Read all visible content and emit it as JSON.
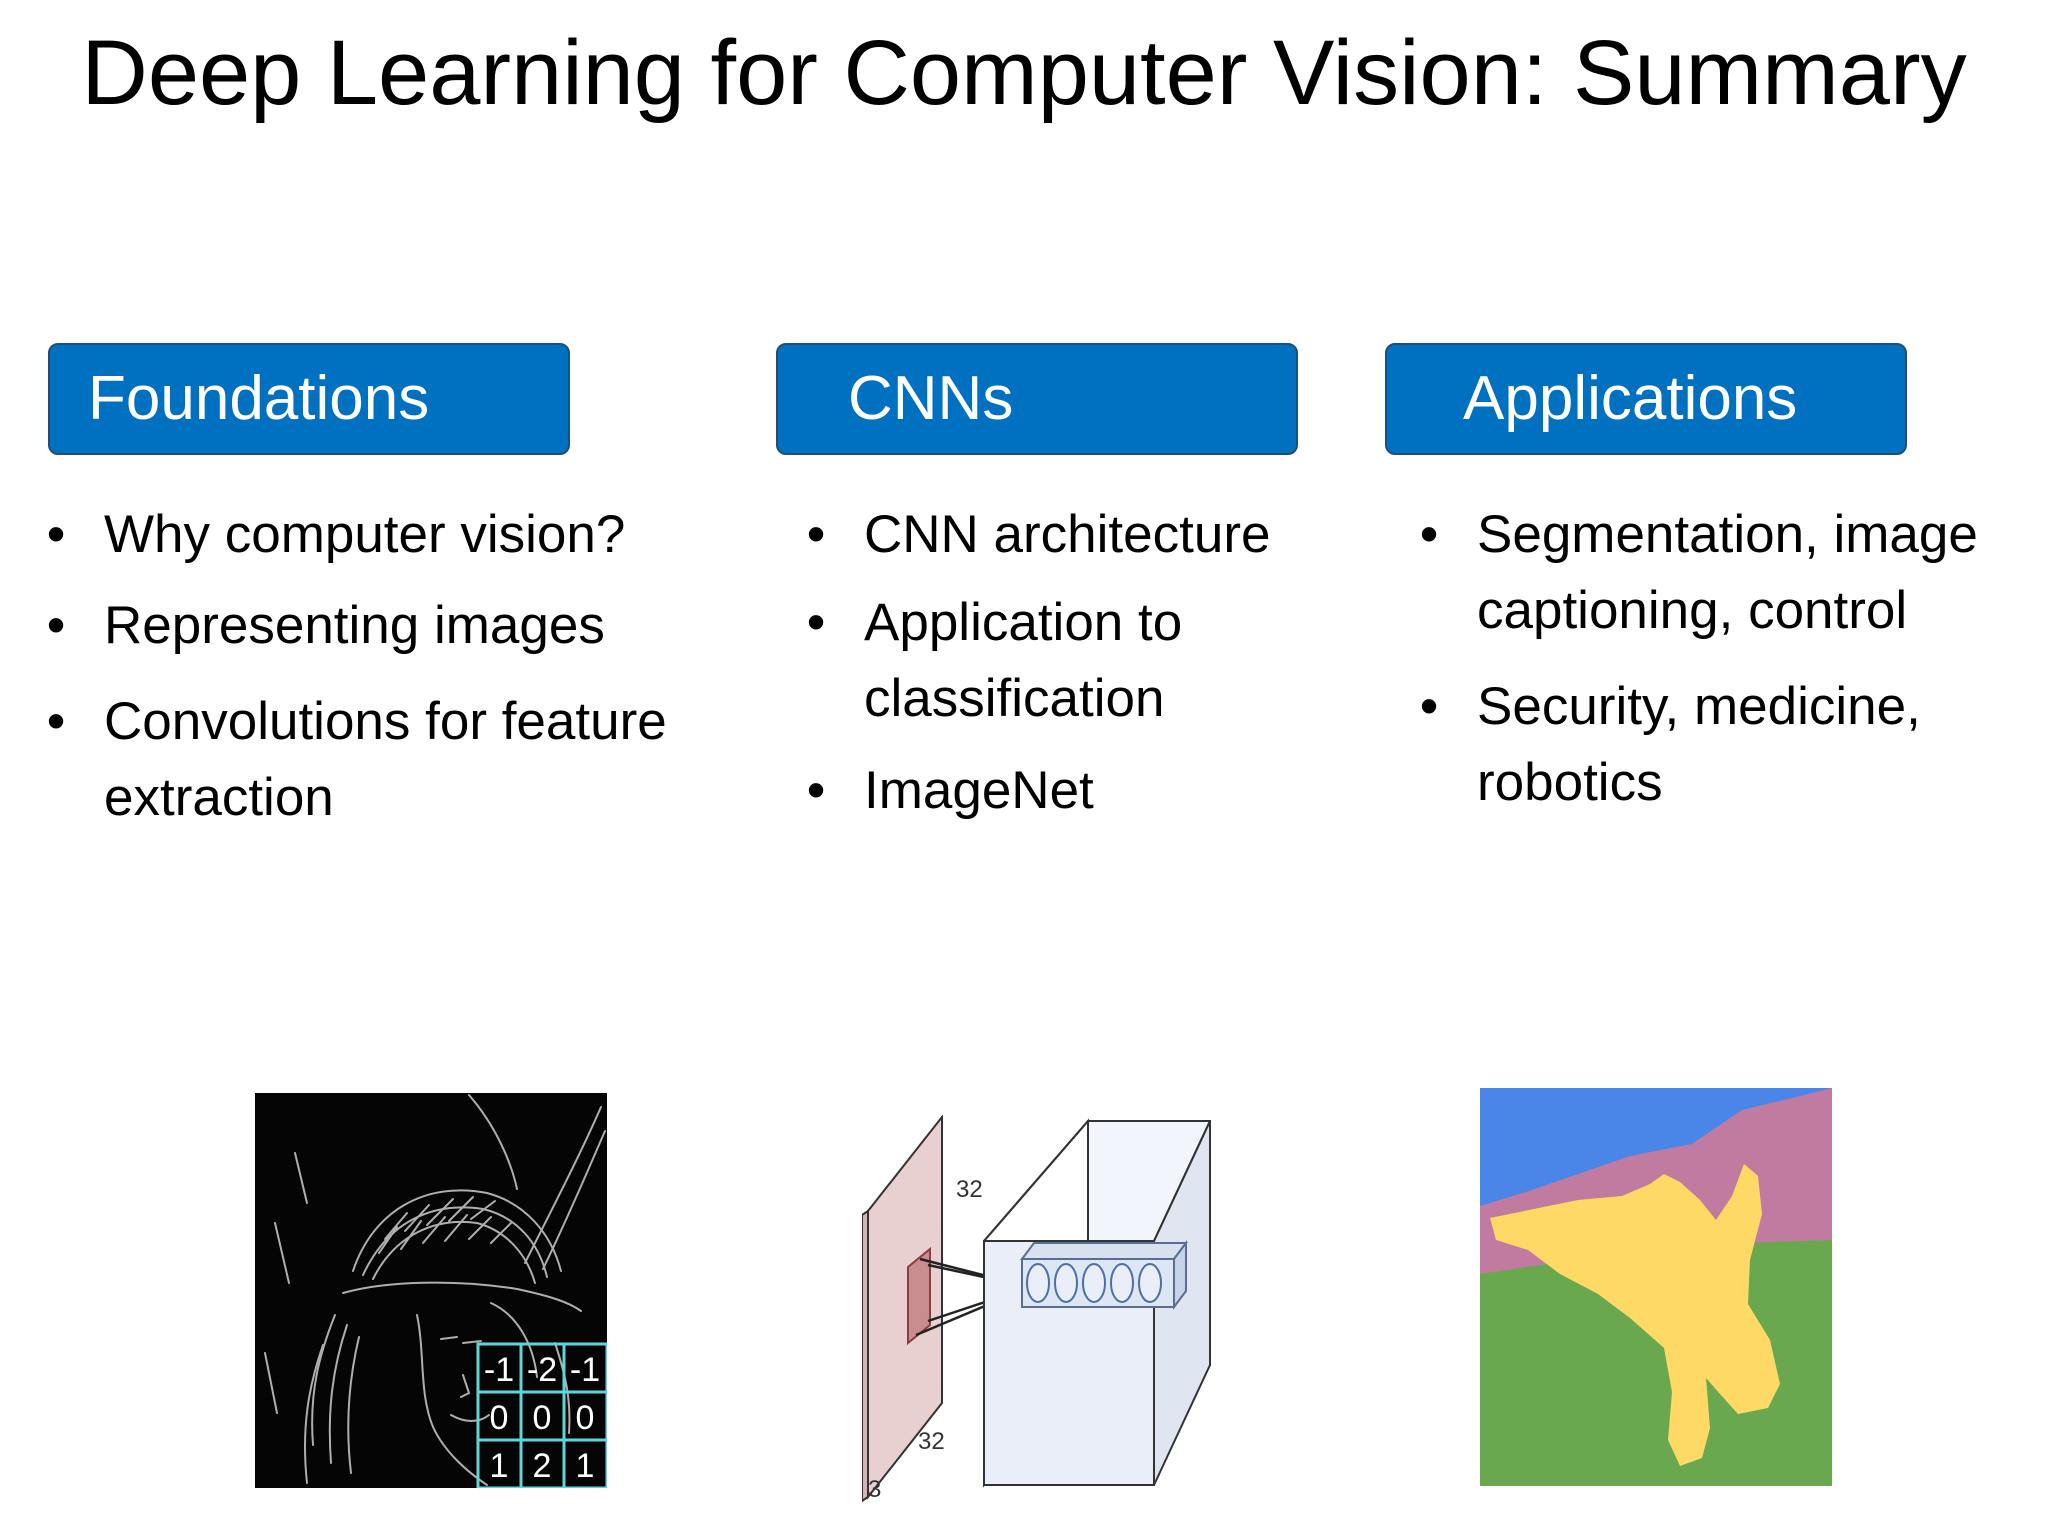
{
  "title": "Deep Learning for Computer Vision: Summary",
  "columns": [
    {
      "header": "Foundations",
      "bullets": [
        "Why computer vision?",
        "Representing images",
        "Convolutions for feature extraction"
      ]
    },
    {
      "header": "CNNs",
      "bullets": [
        "CNN architecture",
        "Application to classification",
        "ImageNet"
      ]
    },
    {
      "header": "Applications",
      "bullets": [
        "Segmentation, image captioning, control",
        "Security, medicine, robotics"
      ]
    }
  ],
  "sobel_kernel": [
    [
      "-1",
      "-2",
      "-1"
    ],
    [
      "0",
      "0",
      "0"
    ],
    [
      "1",
      "2",
      "1"
    ]
  ],
  "cnn_diagram": {
    "width_label": "32",
    "height_label": "32",
    "depth_label": "3"
  },
  "colors": {
    "header_fill": "#0070c0",
    "segment_sky": "#4a86e8",
    "segment_mountain": "#c27ba0",
    "segment_grass": "#6aa84f",
    "segment_cat": "#ffd966"
  }
}
